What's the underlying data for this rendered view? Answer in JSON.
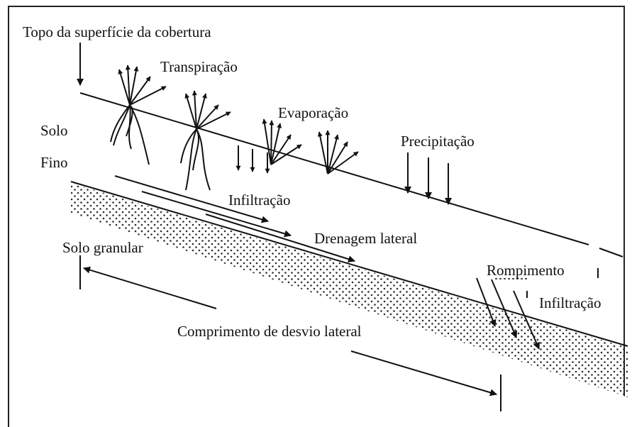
{
  "labels": {
    "top_surface": "Topo da superfície da cobertura",
    "transpiration": "Transpiração",
    "evaporation": "Evaporação",
    "precipitation": "Precipitação",
    "fine_soil_1": "Solo",
    "fine_soil_2": "Fino",
    "infiltration_1": "Infiltração",
    "lateral_drainage": "Drenagem lateral",
    "granular_soil": "Solo granular",
    "breakthrough": "Rompimento",
    "infiltration_2": "Infiltração",
    "diversion_length": "Comprimento de desvio lateral"
  },
  "colors": {
    "ink": "#111111",
    "frame": "#222222",
    "background": "#ffffff"
  }
}
